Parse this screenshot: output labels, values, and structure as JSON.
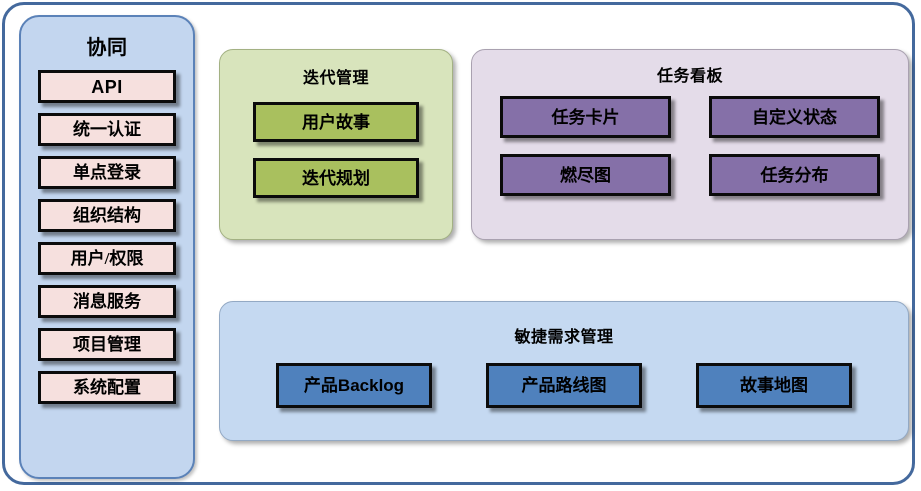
{
  "diagram": {
    "frame_border_color": "#44699D",
    "sidebar": {
      "title": "协同",
      "background_color": "#C3D6EF",
      "item_color": "#F6E0DE",
      "items": [
        {
          "label": "API"
        },
        {
          "label": "统一认证"
        },
        {
          "label": "单点登录"
        },
        {
          "label": "组织结构"
        },
        {
          "label": "用户/权限"
        },
        {
          "label": "消息服务"
        },
        {
          "label": "项目管理"
        },
        {
          "label": "系统配置"
        }
      ]
    },
    "panels": [
      {
        "id": "iteration",
        "title": "迭代管理",
        "background_color": "#D8E4BC",
        "item_color": "#A9C05E",
        "items": [
          {
            "label": "用户故事"
          },
          {
            "label": "迭代规划"
          }
        ]
      },
      {
        "id": "taskboard",
        "title": "任务看板",
        "background_color": "#E4DCE9",
        "item_color": "#8570A8",
        "items": [
          {
            "label": "任务卡片"
          },
          {
            "label": "自定义状态"
          },
          {
            "label": "燃尽图"
          },
          {
            "label": "任务分布"
          }
        ]
      },
      {
        "id": "agile-requirements",
        "title": "敏捷需求管理",
        "background_color": "#C5D9F1",
        "item_color": "#4F81BD",
        "items": [
          {
            "label_cn": "产品",
            "label_latin": "Backlog"
          },
          {
            "label": "产品路线图"
          },
          {
            "label": "故事地图"
          }
        ]
      }
    ]
  }
}
